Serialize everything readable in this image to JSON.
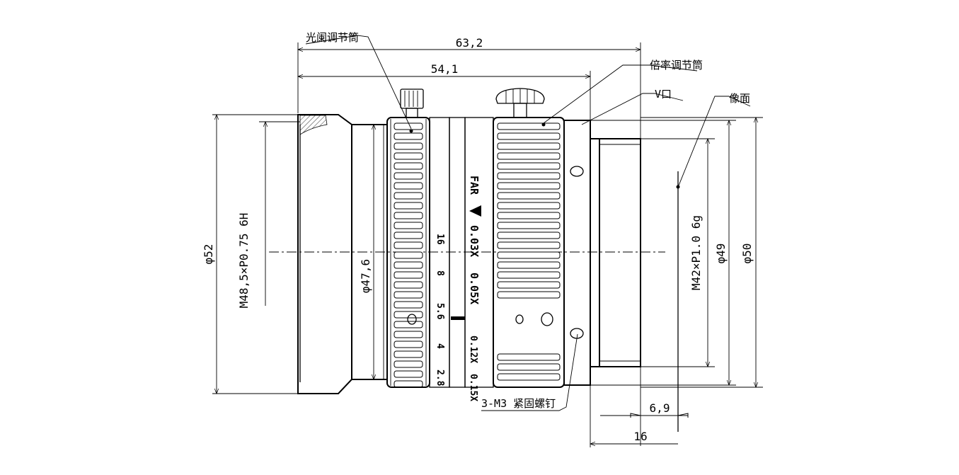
{
  "dimensions": {
    "total_length": "63,2",
    "body_length": "54,1",
    "flange_offset": "6,9",
    "back_focal": "16",
    "front_diameter": "φ52",
    "filter_thread": "M48,5×P0.75 6H",
    "ring_diameter": "φ47,6",
    "mount_thread": "M42×P1.0 6g",
    "mount_diameter_a": "φ49",
    "mount_diameter_b": "φ50"
  },
  "callouts": {
    "iris_ring": "光阑调节筒",
    "mag_ring": "倍率调节筒",
    "v_groove": "V口",
    "image_plane": "像面",
    "set_screws": "3-M3 紧固螺钉"
  },
  "scales": {
    "iris": [
      "16",
      "8",
      "5.6",
      "4",
      "2.8"
    ],
    "magnification": [
      "FAR",
      "0.03X",
      "0.05X",
      "0.12X",
      "0.15X"
    ]
  }
}
